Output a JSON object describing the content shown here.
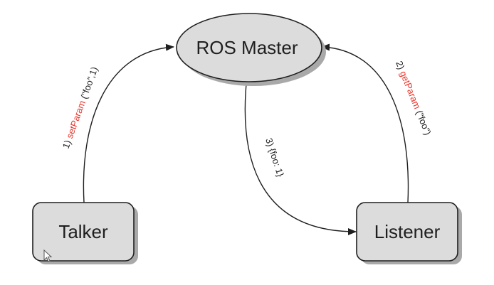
{
  "colors": {
    "node_fill": "#dcdcdc",
    "node_stroke": "#1f1f1f",
    "shadow": "#a9a9a9",
    "edge_stroke": "#1f1f1f",
    "accent_text": "#e8352b"
  },
  "nodes": {
    "master": {
      "label": "ROS Master"
    },
    "talker": {
      "label": "Talker"
    },
    "listener": {
      "label": "Listener"
    }
  },
  "edges": {
    "set_param": {
      "prefix": "1) ",
      "method": "setParam",
      "args": " (\"foo\",1)"
    },
    "get_param": {
      "prefix": "2) ",
      "method": "getParam",
      "args": " (\"foo\")"
    },
    "reply": {
      "text": "3) {foo: 1}"
    }
  },
  "cursor_icon": "mouse-pointer-icon"
}
